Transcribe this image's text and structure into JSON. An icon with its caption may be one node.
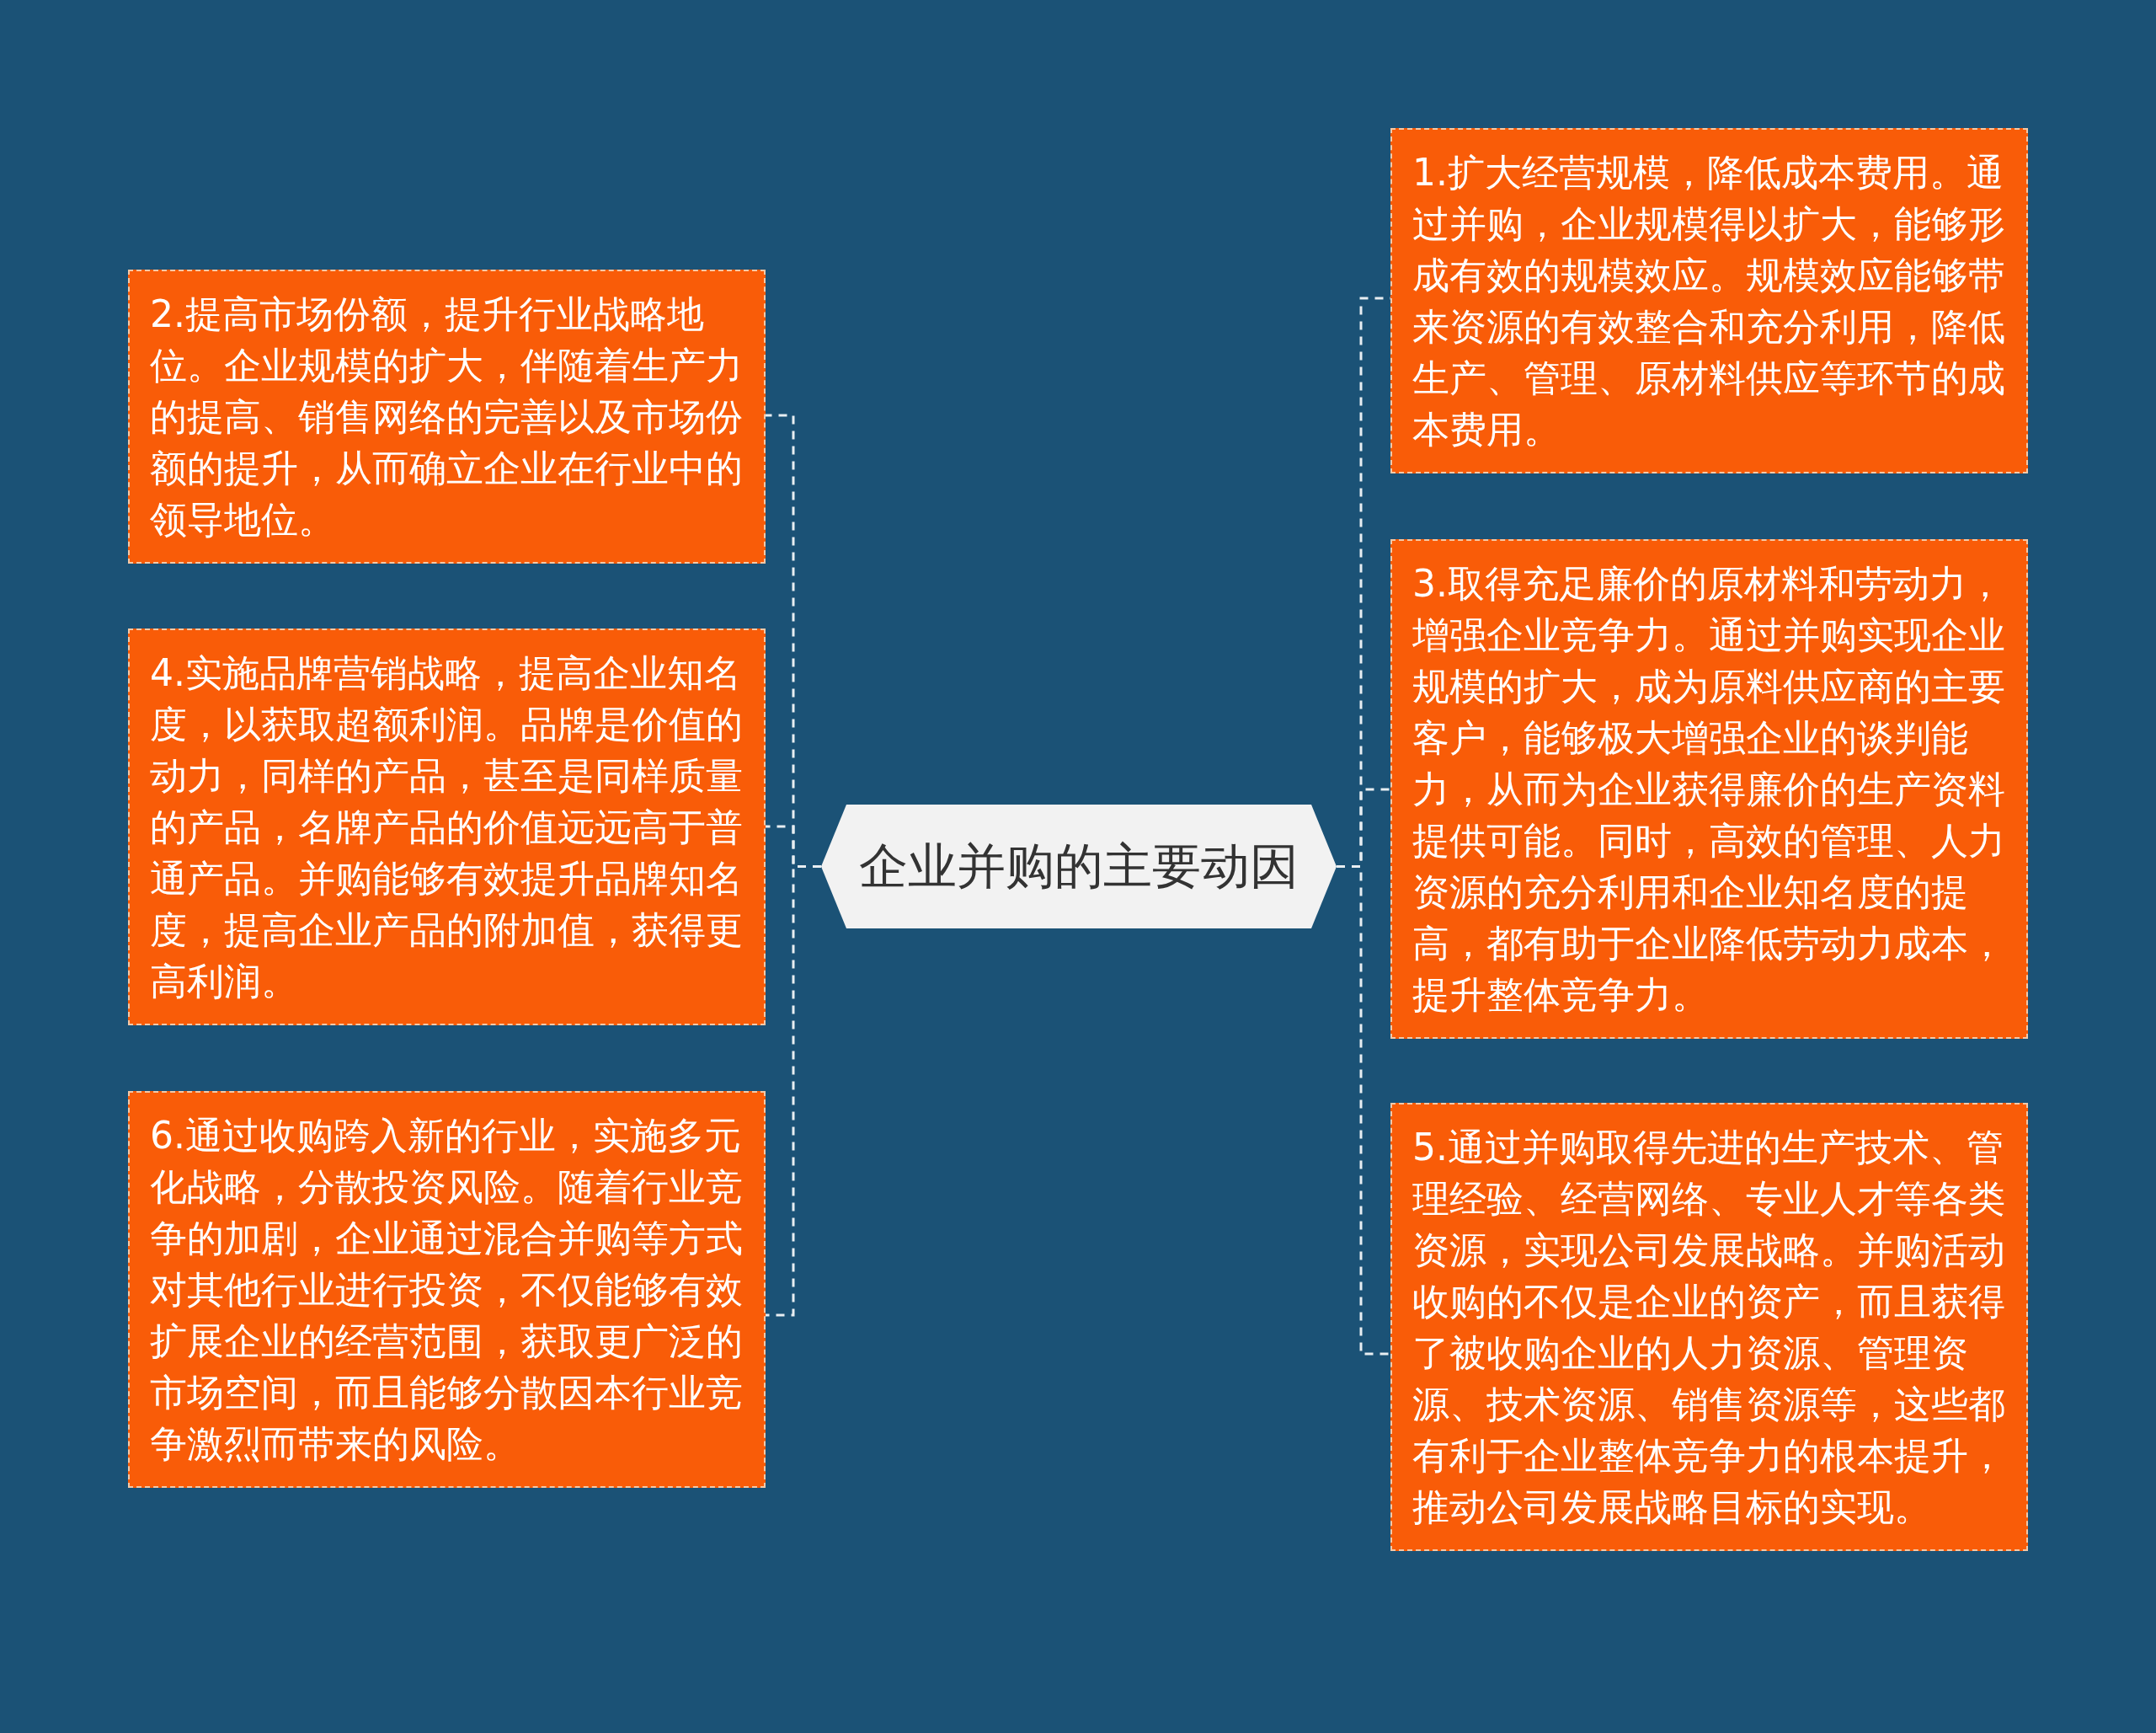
{
  "diagram": {
    "nodes": [
      {
        "text": [
          "企业并购的主要动因"
        ]
      },
      {
        "text": [
          "1.扩大经营规模，降低成本费用。通过并购，企业规模得以扩大，能够形成有效的规模效应。规模效应能够带来资源的有效整合和充分利用，降低生产、管理、原材料供应等环节的成本费用。"
        ]
      },
      {
        "text": [
          "2.提高市场份额，提升行业战略地位。企业规模的扩大，伴随着生产力的提高、销售网络的完善以及市场份额的提升，从而确立企业在行业中的领导地位。"
        ]
      },
      {
        "text": [
          "3.取得充足廉价的原材料和劳动力，增强企业竞争力。通过并购实现企业规模的扩大，成为原料供应商的主要客户，能够极大增强企业的谈判能力，从而为企业获得廉价的生产资料提供可能。同时，高效的管理、人力资源的充分利用和企业知名度的提高，都有助于企业降低劳动力成本，提升整体竞争力。"
        ]
      },
      {
        "text": [
          "4.实施品牌营销战略，提高企业知名度，以获取超额利润。品牌是价值的动力，同样的产品，甚至是同样质量的产品，名牌产品的价值远远高于普通产品。并购能够有效提升品牌知名度，提高企业产品的附加值，获得更高利润。"
        ]
      },
      {
        "text": [
          "5.通过并购取得先进的生产技术、管理经验、经营网络、专业人才等各类资源，实现公司发展战略。并购活动收购的不仅是企业的资产，而且获得了被收购企业的人力资源、管理资源、技术资源、销售资源等，这些都有利于企业整体竞争力的根本提升，推动公司发展战略目标的实现。"
        ]
      },
      {
        "text": [
          "6.通过收购跨入新的行业，实施多元化战略，分散投资风险。随着行业竞争的加剧，企业通过混合并购等方式对其他行业进行投资，不仅能够有效扩展企业的经营范围，获取更广泛的市场空间，而且能够分散因本行业竞争激烈而带来的风险。"
        ]
      }
    ],
    "edges": [
      {
        "from": 0,
        "to": 1,
        "arrow": "none",
        "style": "dashed"
      },
      {
        "from": 0,
        "to": 2,
        "arrow": "none",
        "style": "dashed"
      },
      {
        "from": 0,
        "to": 3,
        "arrow": "none",
        "style": "dashed"
      },
      {
        "from": 0,
        "to": 4,
        "arrow": "none",
        "style": "dashed"
      },
      {
        "from": 0,
        "to": 5,
        "arrow": "none",
        "style": "dashed"
      },
      {
        "from": 0,
        "to": 6,
        "arrow": "none",
        "style": "dashed"
      }
    ]
  }
}
